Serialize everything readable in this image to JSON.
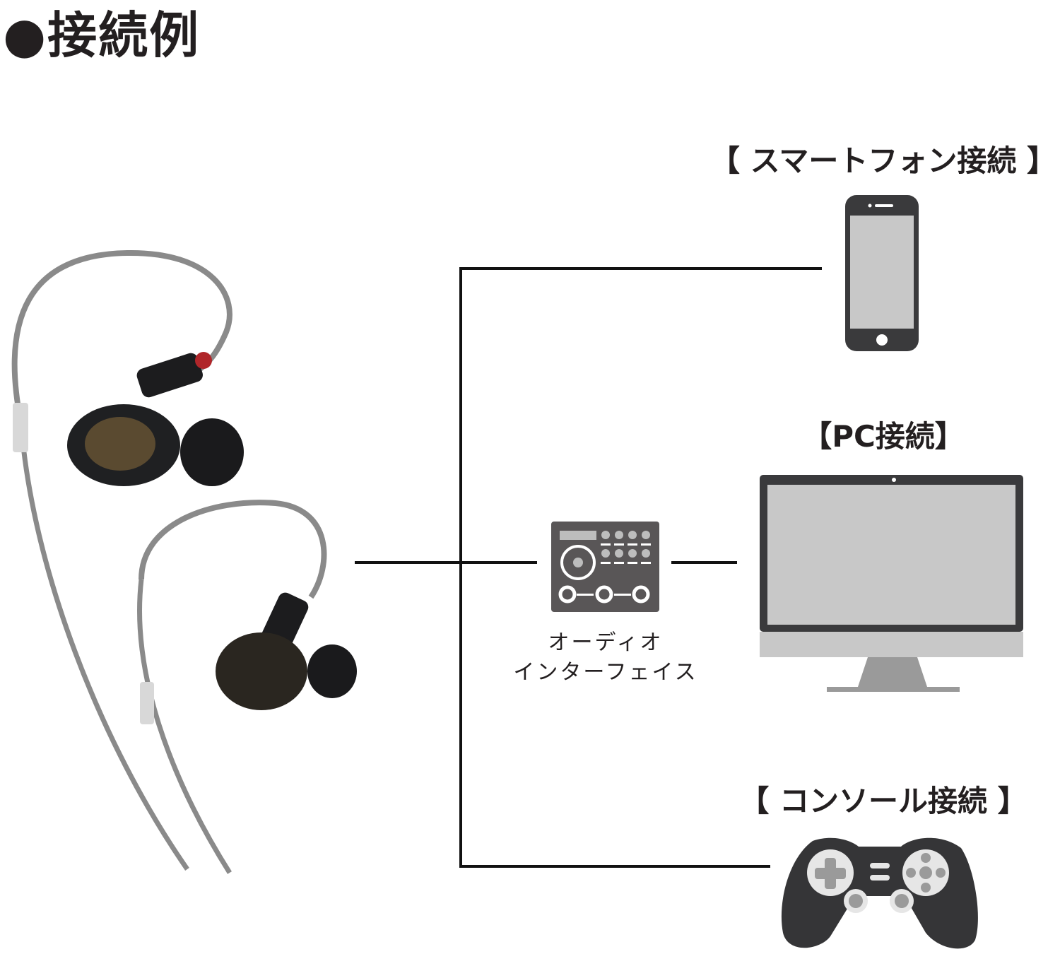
{
  "title": "●接続例",
  "labels": {
    "smartphone": "【 スマートフォン接続 】",
    "pc": "【PC接続】",
    "console": "【 コンソール接続 】",
    "audio_interface_line1": "オーディオ",
    "audio_interface_line2": "インターフェイス"
  },
  "icons": [
    "in-ear-earphones",
    "smartphone-icon",
    "audio-interface-icon",
    "desktop-monitor-icon",
    "game-controller-icon"
  ],
  "colors": {
    "line": "#111111",
    "device_dark": "#3a3a3c",
    "device_screen": "#c8c8c8",
    "accent_gray": "#9a9a9a"
  }
}
